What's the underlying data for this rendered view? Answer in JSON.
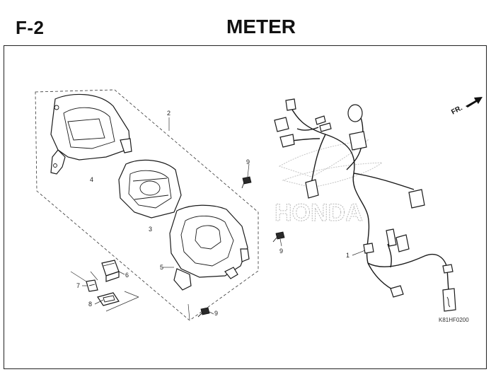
{
  "header": {
    "section_code": "F-2",
    "title": "METER"
  },
  "callouts": {
    "c1": "1",
    "c2": "2",
    "c3": "3",
    "c4": "4",
    "c5": "5",
    "c6": "6",
    "c7": "7",
    "c8": "8",
    "c9a": "9",
    "c9b": "9",
    "c9c": "9"
  },
  "direction": {
    "label": "FR."
  },
  "watermark": "HONDA",
  "drawing_code": "K81HF0200"
}
